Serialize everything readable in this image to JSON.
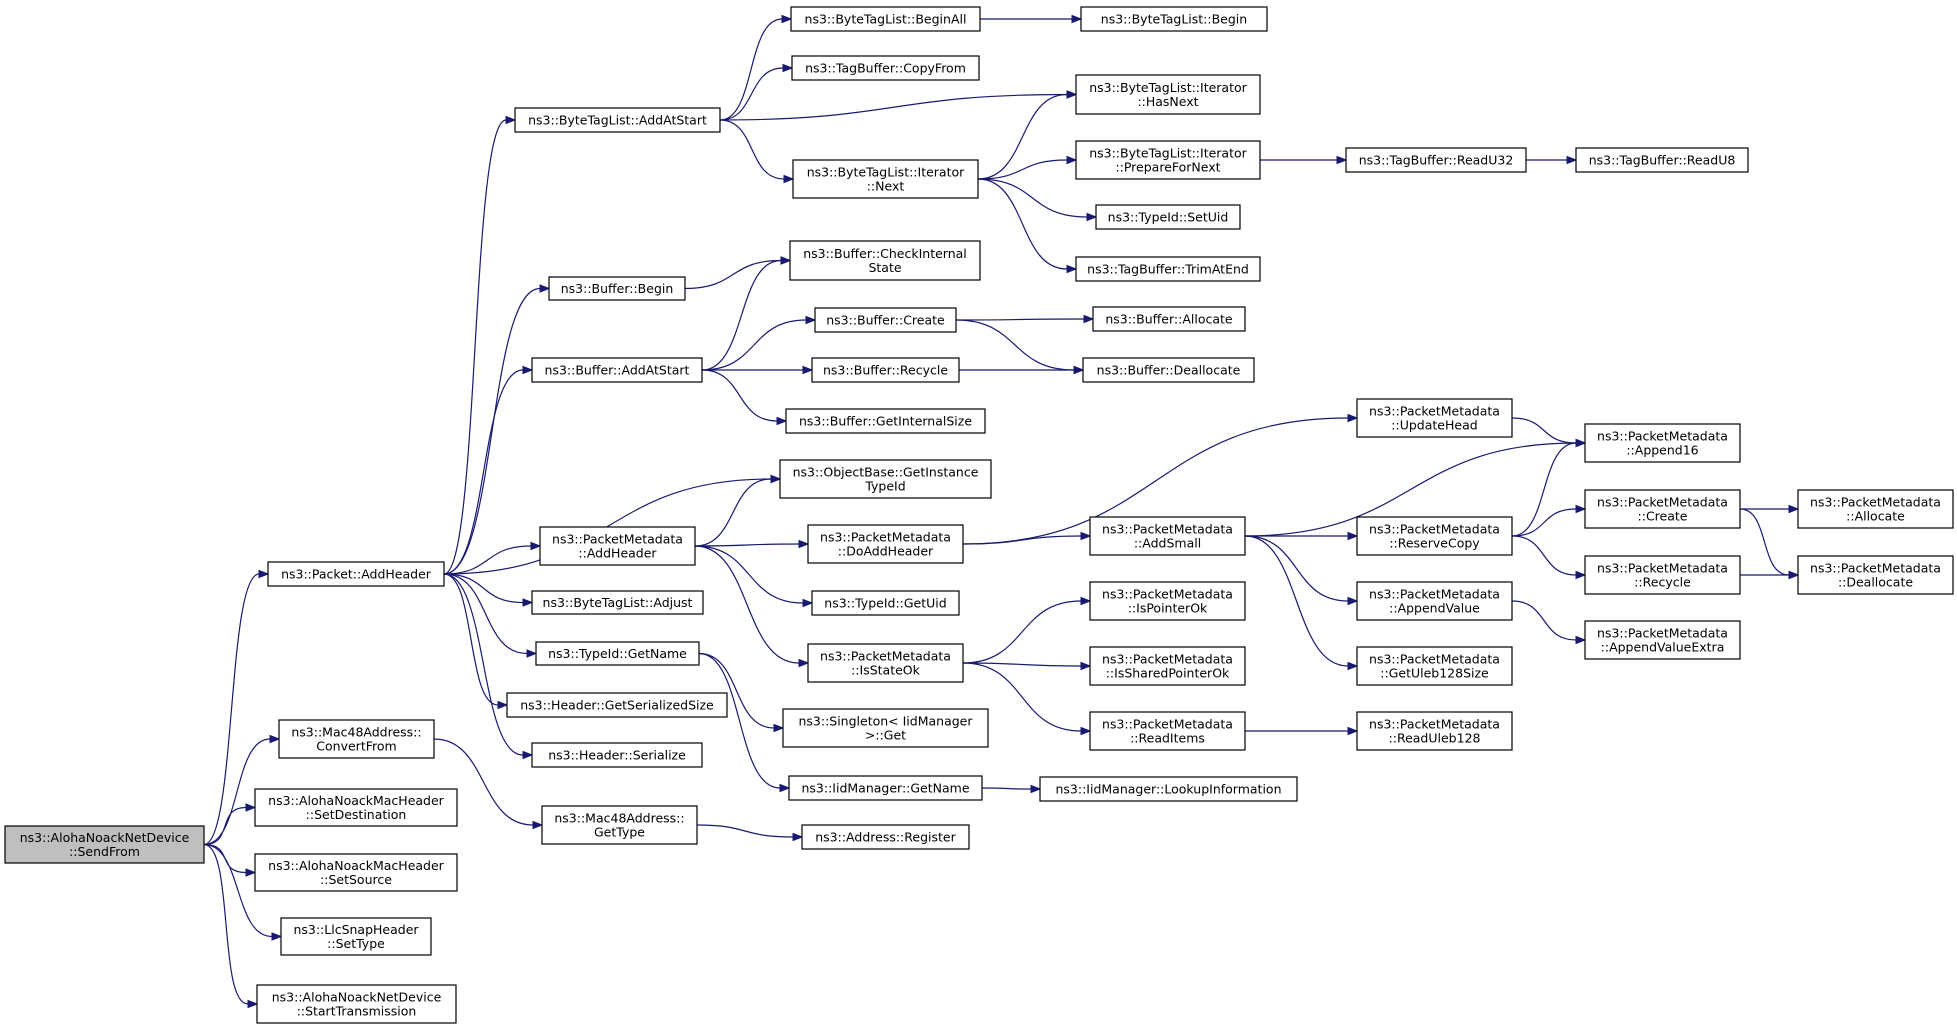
{
  "graph": {
    "nodes": [
      {
        "id": "root",
        "lines": [
          "ns3::AlohaNoackNetDevice",
          "::SendFrom"
        ],
        "root": true
      },
      {
        "id": "addheader",
        "lines": [
          "ns3::Packet::AddHeader"
        ]
      },
      {
        "id": "convertfrom",
        "lines": [
          "ns3::Mac48Address::",
          "ConvertFrom"
        ]
      },
      {
        "id": "setdest",
        "lines": [
          "ns3::AlohaNoackMacHeader",
          "::SetDestination"
        ]
      },
      {
        "id": "setsource",
        "lines": [
          "ns3::AlohaNoackMacHeader",
          "::SetSource"
        ]
      },
      {
        "id": "settype",
        "lines": [
          "ns3::LlcSnapHeader",
          "::SetType"
        ]
      },
      {
        "id": "starttx",
        "lines": [
          "ns3::AlohaNoackNetDevice",
          "::StartTransmission"
        ]
      },
      {
        "id": "btl_addatstart",
        "lines": [
          "ns3::ByteTagList::AddAtStart"
        ]
      },
      {
        "id": "buf_begin",
        "lines": [
          "ns3::Buffer::Begin"
        ]
      },
      {
        "id": "buf_addatstart",
        "lines": [
          "ns3::Buffer::AddAtStart"
        ]
      },
      {
        "id": "pm_addheader",
        "lines": [
          "ns3::PacketMetadata",
          "::AddHeader"
        ]
      },
      {
        "id": "btl_adjust",
        "lines": [
          "ns3::ByteTagList::Adjust"
        ]
      },
      {
        "id": "typeid_getname",
        "lines": [
          "ns3::TypeId::GetName"
        ]
      },
      {
        "id": "hdr_getsize",
        "lines": [
          "ns3::Header::GetSerializedSize"
        ]
      },
      {
        "id": "hdr_serialize",
        "lines": [
          "ns3::Header::Serialize"
        ]
      },
      {
        "id": "mac_gettype",
        "lines": [
          "ns3::Mac48Address::",
          "GetType"
        ]
      },
      {
        "id": "btl_beginall",
        "lines": [
          "ns3::ByteTagList::BeginAll"
        ]
      },
      {
        "id": "tb_copyfrom",
        "lines": [
          "ns3::TagBuffer::CopyFrom"
        ]
      },
      {
        "id": "btl_it_next",
        "lines": [
          "ns3::ByteTagList::Iterator",
          "::Next"
        ]
      },
      {
        "id": "buf_checkinternal",
        "lines": [
          "ns3::Buffer::CheckInternal",
          "State"
        ]
      },
      {
        "id": "buf_create",
        "lines": [
          "ns3::Buffer::Create"
        ]
      },
      {
        "id": "buf_recycle",
        "lines": [
          "ns3::Buffer::Recycle"
        ]
      },
      {
        "id": "buf_getinternalsize",
        "lines": [
          "ns3::Buffer::GetInternalSize"
        ]
      },
      {
        "id": "ob_getinstance",
        "lines": [
          "ns3::ObjectBase::GetInstance",
          "TypeId"
        ]
      },
      {
        "id": "pm_doaddheader",
        "lines": [
          "ns3::PacketMetadata",
          "::DoAddHeader"
        ]
      },
      {
        "id": "typeid_getuid",
        "lines": [
          "ns3::TypeId::GetUid"
        ]
      },
      {
        "id": "pm_isstateok",
        "lines": [
          "ns3::PacketMetadata",
          "::IsStateOk"
        ]
      },
      {
        "id": "singleton_get",
        "lines": [
          "ns3::Singleton< IidManager",
          " >::Get"
        ]
      },
      {
        "id": "iid_getname",
        "lines": [
          "ns3::IidManager::GetName"
        ]
      },
      {
        "id": "addr_register",
        "lines": [
          "ns3::Address::Register"
        ]
      },
      {
        "id": "btl_begin",
        "lines": [
          "ns3::ByteTagList::Begin"
        ]
      },
      {
        "id": "btl_it_hasnext",
        "lines": [
          "ns3::ByteTagList::Iterator",
          "::HasNext"
        ]
      },
      {
        "id": "btl_it_prepare",
        "lines": [
          "ns3::ByteTagList::Iterator",
          "::PrepareForNext"
        ]
      },
      {
        "id": "typeid_setuid",
        "lines": [
          "ns3::TypeId::SetUid"
        ]
      },
      {
        "id": "tb_trimatend",
        "lines": [
          "ns3::TagBuffer::TrimAtEnd"
        ]
      },
      {
        "id": "buf_allocate",
        "lines": [
          "ns3::Buffer::Allocate"
        ]
      },
      {
        "id": "buf_deallocate",
        "lines": [
          "ns3::Buffer::Deallocate"
        ]
      },
      {
        "id": "pm_addsmall",
        "lines": [
          "ns3::PacketMetadata",
          "::AddSmall"
        ]
      },
      {
        "id": "pm_ispointerok",
        "lines": [
          "ns3::PacketMetadata",
          "::IsPointerOk"
        ]
      },
      {
        "id": "pm_issharedpointerok",
        "lines": [
          "ns3::PacketMetadata",
          "::IsSharedPointerOk"
        ]
      },
      {
        "id": "pm_readitems",
        "lines": [
          "ns3::PacketMetadata",
          "::ReadItems"
        ]
      },
      {
        "id": "iid_lookup",
        "lines": [
          "ns3::IidManager::LookupInformation"
        ]
      },
      {
        "id": "tb_readu32",
        "lines": [
          "ns3::TagBuffer::ReadU32"
        ]
      },
      {
        "id": "pm_updatehead",
        "lines": [
          "ns3::PacketMetadata",
          "::UpdateHead"
        ]
      },
      {
        "id": "pm_reservecopy",
        "lines": [
          "ns3::PacketMetadata",
          "::ReserveCopy"
        ]
      },
      {
        "id": "pm_appendvalue",
        "lines": [
          "ns3::PacketMetadata",
          "::AppendValue"
        ]
      },
      {
        "id": "pm_getuleb",
        "lines": [
          "ns3::PacketMetadata",
          "::GetUleb128Size"
        ]
      },
      {
        "id": "pm_readuleb",
        "lines": [
          "ns3::PacketMetadata",
          "::ReadUleb128"
        ]
      },
      {
        "id": "tb_readu8",
        "lines": [
          "ns3::TagBuffer::ReadU8"
        ]
      },
      {
        "id": "pm_append16",
        "lines": [
          "ns3::PacketMetadata",
          "::Append16"
        ]
      },
      {
        "id": "pm_create",
        "lines": [
          "ns3::PacketMetadata",
          "::Create"
        ]
      },
      {
        "id": "pm_recycle",
        "lines": [
          "ns3::PacketMetadata",
          "::Recycle"
        ]
      },
      {
        "id": "pm_appendvalueextra",
        "lines": [
          "ns3::PacketMetadata",
          "::AppendValueExtra"
        ]
      },
      {
        "id": "pm_allocate",
        "lines": [
          "ns3::PacketMetadata",
          "::Allocate"
        ]
      },
      {
        "id": "pm_deallocate",
        "lines": [
          "ns3::PacketMetadata",
          "::Deallocate"
        ]
      }
    ],
    "edges": [
      [
        "root",
        "addheader"
      ],
      [
        "root",
        "convertfrom"
      ],
      [
        "root",
        "setdest"
      ],
      [
        "root",
        "setsource"
      ],
      [
        "root",
        "settype"
      ],
      [
        "root",
        "starttx"
      ],
      [
        "addheader",
        "btl_addatstart"
      ],
      [
        "addheader",
        "buf_begin"
      ],
      [
        "addheader",
        "buf_addatstart"
      ],
      [
        "addheader",
        "ob_getinstance"
      ],
      [
        "addheader",
        "pm_addheader"
      ],
      [
        "addheader",
        "btl_adjust"
      ],
      [
        "addheader",
        "typeid_getname"
      ],
      [
        "addheader",
        "hdr_getsize"
      ],
      [
        "addheader",
        "hdr_serialize"
      ],
      [
        "convertfrom",
        "mac_gettype"
      ],
      [
        "btl_addatstart",
        "btl_beginall"
      ],
      [
        "btl_addatstart",
        "tb_copyfrom"
      ],
      [
        "btl_addatstart",
        "btl_it_hasnext"
      ],
      [
        "btl_addatstart",
        "btl_it_next"
      ],
      [
        "btl_beginall",
        "btl_begin"
      ],
      [
        "btl_it_next",
        "btl_it_hasnext"
      ],
      [
        "btl_it_next",
        "btl_it_prepare"
      ],
      [
        "btl_it_next",
        "typeid_setuid"
      ],
      [
        "btl_it_next",
        "tb_trimatend"
      ],
      [
        "btl_it_prepare",
        "tb_readu32"
      ],
      [
        "tb_readu32",
        "tb_readu8"
      ],
      [
        "buf_begin",
        "buf_checkinternal"
      ],
      [
        "buf_addatstart",
        "buf_checkinternal"
      ],
      [
        "buf_addatstart",
        "buf_create"
      ],
      [
        "buf_addatstart",
        "buf_recycle"
      ],
      [
        "buf_addatstart",
        "buf_getinternalsize"
      ],
      [
        "buf_create",
        "buf_allocate"
      ],
      [
        "buf_create",
        "buf_deallocate"
      ],
      [
        "buf_recycle",
        "buf_deallocate"
      ],
      [
        "pm_addheader",
        "ob_getinstance"
      ],
      [
        "pm_addheader",
        "pm_doaddheader"
      ],
      [
        "pm_addheader",
        "typeid_getuid"
      ],
      [
        "pm_addheader",
        "pm_isstateok"
      ],
      [
        "pm_doaddheader",
        "pm_updatehead"
      ],
      [
        "pm_doaddheader",
        "pm_addsmall"
      ],
      [
        "pm_updatehead",
        "pm_append16"
      ],
      [
        "pm_addsmall",
        "pm_append16"
      ],
      [
        "pm_addsmall",
        "pm_reservecopy"
      ],
      [
        "pm_addsmall",
        "pm_appendvalue"
      ],
      [
        "pm_addsmall",
        "pm_getuleb"
      ],
      [
        "pm_reservecopy",
        "pm_append16"
      ],
      [
        "pm_reservecopy",
        "pm_create"
      ],
      [
        "pm_reservecopy",
        "pm_recycle"
      ],
      [
        "pm_create",
        "pm_allocate"
      ],
      [
        "pm_create",
        "pm_deallocate"
      ],
      [
        "pm_recycle",
        "pm_deallocate"
      ],
      [
        "pm_appendvalue",
        "pm_appendvalueextra"
      ],
      [
        "pm_isstateok",
        "pm_ispointerok"
      ],
      [
        "pm_isstateok",
        "pm_issharedpointerok"
      ],
      [
        "pm_isstateok",
        "pm_readitems"
      ],
      [
        "pm_readitems",
        "pm_readuleb"
      ],
      [
        "typeid_getname",
        "singleton_get"
      ],
      [
        "typeid_getname",
        "iid_getname"
      ],
      [
        "iid_getname",
        "iid_lookup"
      ],
      [
        "mac_gettype",
        "addr_register"
      ]
    ]
  }
}
